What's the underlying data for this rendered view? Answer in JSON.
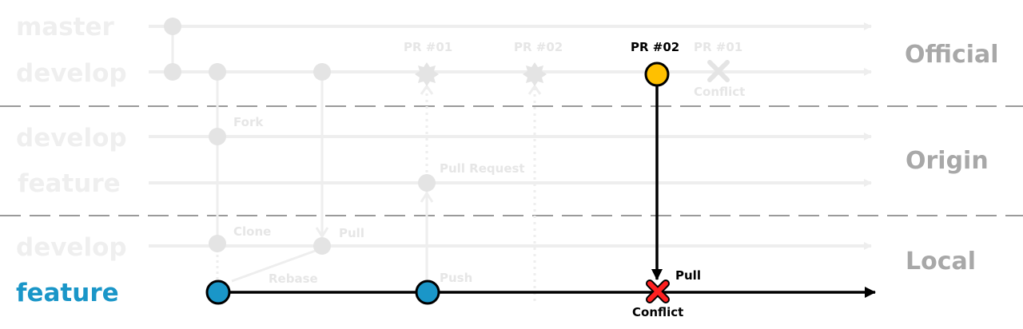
{
  "colors": {
    "faded_line": "#eeeeee",
    "faded_node": "#e4e4e4",
    "faded_text": "#efefef",
    "faded_small_text": "#e6e6e6",
    "zone_text": "#a8a8a8",
    "divider": "#9a9a9a",
    "active_line": "#000000",
    "feature_blue": "#1a96c8",
    "pr_yellow": "#ffc000",
    "conflict_red": "#ff2020"
  },
  "zones": {
    "official": "Official",
    "origin": "Origin",
    "local": "Local"
  },
  "lanes": {
    "official_master": "master",
    "official_develop": "develop",
    "origin_develop": "develop",
    "origin_feature": "feature",
    "local_develop": "develop",
    "local_feature": "feature"
  },
  "annotations": {
    "pr01_faded": "PR #01",
    "pr02_faded": "PR #02",
    "pr02_active": "PR #02",
    "pr01_conflict_faded": "PR #01",
    "official_conflict": "Conflict",
    "fork": "Fork",
    "pull_request": "Pull Request",
    "clone": "Clone",
    "pull_faded": "Pull",
    "rebase": "Rebase",
    "push": "Push",
    "pull_active": "Pull",
    "local_conflict": "Conflict"
  }
}
